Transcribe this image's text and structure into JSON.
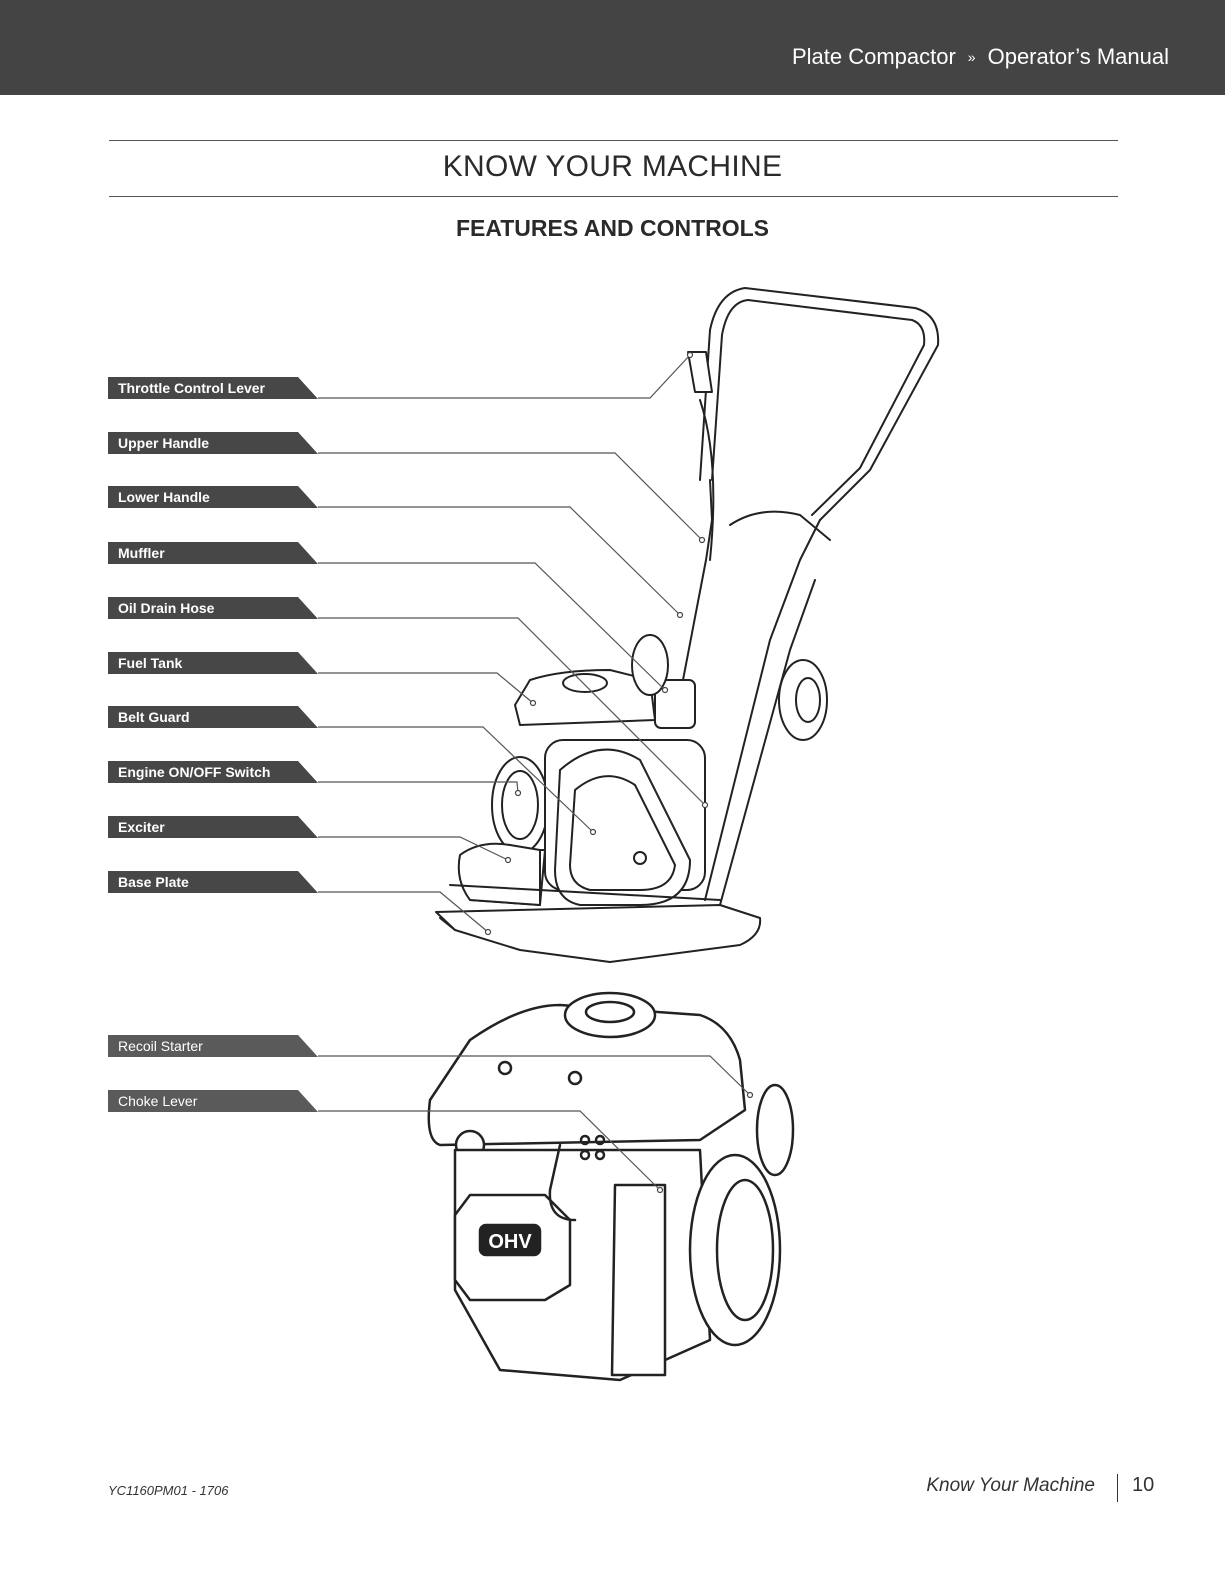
{
  "header": {
    "product": "Plate Compactor",
    "separator": "»",
    "manual": "Operator’s Manual"
  },
  "section_title": "KNOW YOUR MACHINE",
  "sub_title": "FEATURES AND CONTROLS",
  "compactor_callouts": [
    "Throttle Control Lever",
    "Upper Handle",
    "Lower Handle",
    "Muffler",
    "Oil Drain Hose",
    "Fuel Tank",
    "Belt Guard",
    "Engine ON/OFF Switch",
    "Exciter",
    "Base Plate"
  ],
  "engine_callouts": [
    "Recoil Starter",
    "Choke Lever"
  ],
  "engine_badge": "OHV",
  "footer": {
    "code": "YC1160PM01 - 1706",
    "section": "Know Your Machine",
    "page": "10"
  }
}
